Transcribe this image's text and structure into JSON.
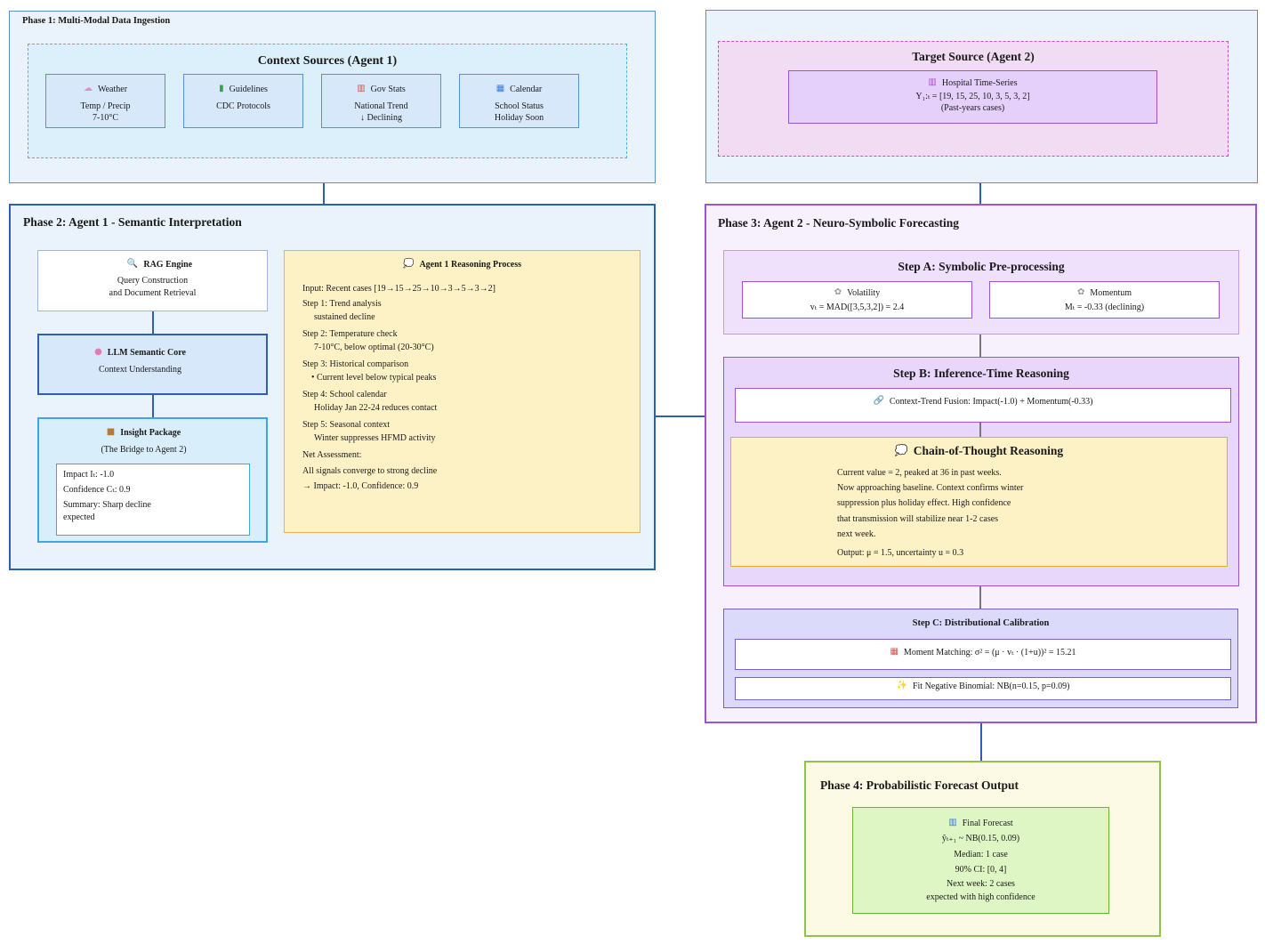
{
  "phase1": {
    "title": "Phase 1: Multi-Modal Data Ingestion",
    "context_title": "Context Sources (Agent 1)",
    "sources": [
      {
        "icon": "cloud-icon",
        "glyph": "☁",
        "title": "Weather",
        "line1": "Temp / Precip",
        "line2": "7-10°C",
        "color": "#e58fbf"
      },
      {
        "icon": "books-icon",
        "glyph": "▮",
        "title": "Guidelines",
        "line1": "CDC Protocols",
        "line2": "",
        "color": "#3aa04b"
      },
      {
        "icon": "bar-chart-icon",
        "glyph": "▥",
        "title": "Gov Stats",
        "line1": "National Trend",
        "line2": "↓ Declining",
        "color": "#d9534f"
      },
      {
        "icon": "calendar-icon",
        "glyph": "▦",
        "title": "Calendar",
        "line1": "School Status",
        "line2": "Holiday Soon",
        "color": "#3a7bd5"
      }
    ]
  },
  "target": {
    "title": "Target Source (Agent 2)",
    "icon": "chart-icon",
    "glyph": "▥",
    "name": "Hospital Time-Series",
    "series": "Y₁:ₜ = [19, 15, 25, 10, 3, 5, 3, 2]",
    "note": "(Past-years cases)"
  },
  "phase2": {
    "title": "Phase 2: Agent 1 - Semantic Interpretation",
    "rag": {
      "glyph": "🔍",
      "title": "RAG Engine",
      "line1": "Query Construction",
      "line2": "and Document Retrieval"
    },
    "llm": {
      "glyph": "●",
      "title": "LLM Semantic Core",
      "line1": "Context Understanding"
    },
    "insight": {
      "glyph": "■",
      "title": "Insight Package",
      "subtitle": "(The Bridge to Agent 2)",
      "impact": "Impact Iₜ: -1.0",
      "confidence": "Confidence Cₜ: 0.9",
      "summary1": "Summary: Sharp decline",
      "summary2": "expected"
    },
    "reasoning": {
      "glyph": "💭",
      "title": "Agent 1 Reasoning Process",
      "input": "Input: Recent cases [19→15→25→10→3→5→3→2]",
      "s1": "Step 1: Trend analysis",
      "s1b": "sustained decline",
      "s2": "Step 2: Temperature check",
      "s2b": "7-10°C, below optimal (20-30°C)",
      "s3": "Step 3: Historical comparison",
      "s3b": "• Current level below typical peaks",
      "s4": "Step 4: School calendar",
      "s4b": "Holiday Jan 22-24 reduces contact",
      "s5": "Step 5: Seasonal context",
      "s5b": "Winter suppresses HFMD activity",
      "net": "Net Assessment:",
      "net1": "All signals converge to strong decline",
      "net2": "→ Impact: -1.0, Confidence: 0.9"
    }
  },
  "phase3": {
    "title": "Phase 3: Agent 2 - Neuro-Symbolic Forecasting",
    "stepA": {
      "title": "Step A: Symbolic Pre-processing",
      "glyph": "✿",
      "vol_title": "Volatility",
      "vol_formula": "vₜ = MAD([3,5,3,2]) = 2.4",
      "mom_title": "Momentum",
      "mom_formula": "Mₜ = -0.33 (declining)"
    },
    "stepB": {
      "title": "Step B: Inference-Time Reasoning",
      "fusion_glyph": "🔗",
      "fusion": "Context-Trend Fusion: Impact(-1.0) + Momentum(-0.33)",
      "cot_glyph": "💭",
      "cot_title": "Chain-of-Thought Reasoning",
      "cot_lines": [
        "Current value = 2, peaked at 36 in past weeks.",
        "Now approaching baseline. Context confirms winter",
        "suppression plus holiday effect. High confidence",
        "that transmission will stabilize near 1-2 cases",
        "next week."
      ],
      "cot_output": "Output: μ = 1.5, uncertainty u = 0.3"
    },
    "stepC": {
      "title": "Step C: Distributional Calibration",
      "mm_glyph": "▦",
      "moment": "Moment Matching: σ² = (μ · vₜ · (1+u))² = 15.21",
      "fit_glyph": "✨",
      "fit": "Fit Negative Binomial: NB(n=0.15, p=0.09)"
    }
  },
  "phase4": {
    "title": "Phase 4: Probabilistic Forecast Output",
    "glyph": "▥",
    "final_title": "Final Forecast",
    "dist": "ŷₜ₊₁ ~ NB(0.15, 0.09)",
    "median": "Median: 1 case",
    "ci": "90% CI: [0, 4]",
    "next1": "Next week: 2 cases",
    "next2": "expected with high confidence"
  },
  "colors": {
    "phase_border": "#2f5fb3",
    "agent2_border": "#9a55d6",
    "output_border": "#8fc34a",
    "reasoning_fill": "#fdf2c6"
  }
}
